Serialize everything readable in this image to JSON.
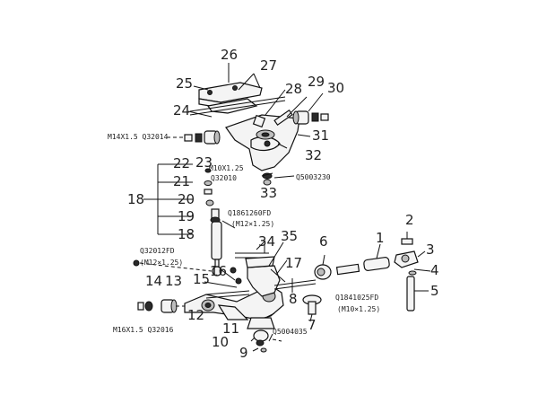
{
  "callouts": {
    "n1": "1",
    "n2": "2",
    "n3": "3",
    "n4": "4",
    "n5": "5",
    "n6": "6",
    "n7": "7",
    "n8": "8",
    "n9": "9",
    "n10": "10",
    "n11": "11",
    "n12": "12",
    "n13": "13",
    "n14": "14",
    "n15": "15",
    "n16": "16",
    "n17": "17",
    "n18a": "18",
    "n18b": "18",
    "n19": "19",
    "n20": "20",
    "n21": "21",
    "n22": "22",
    "n23": "23",
    "n24": "24",
    "n25": "25",
    "n26": "26",
    "n27": "27",
    "n28": "28",
    "n29": "29",
    "n30": "30",
    "n31": "31",
    "n32": "32",
    "n33": "33",
    "n34": "34",
    "n35": "35"
  },
  "specs": {
    "m14": "M14X1.5 Q32014",
    "m10": "M10X1.25",
    "q32010": "Q32010",
    "q5003230": "Q5003230",
    "q1861260fd": "Q1861260FD",
    "m12a": "(M12×1.25)",
    "q32012fd": "Q32012FD",
    "m12b": "(M12×1.25)",
    "q1841025fd": "Q1841025FD",
    "m10b": "(M10×1.25)",
    "m16": "M16X1.5 Q32016",
    "q5004035": "Q5004035"
  }
}
